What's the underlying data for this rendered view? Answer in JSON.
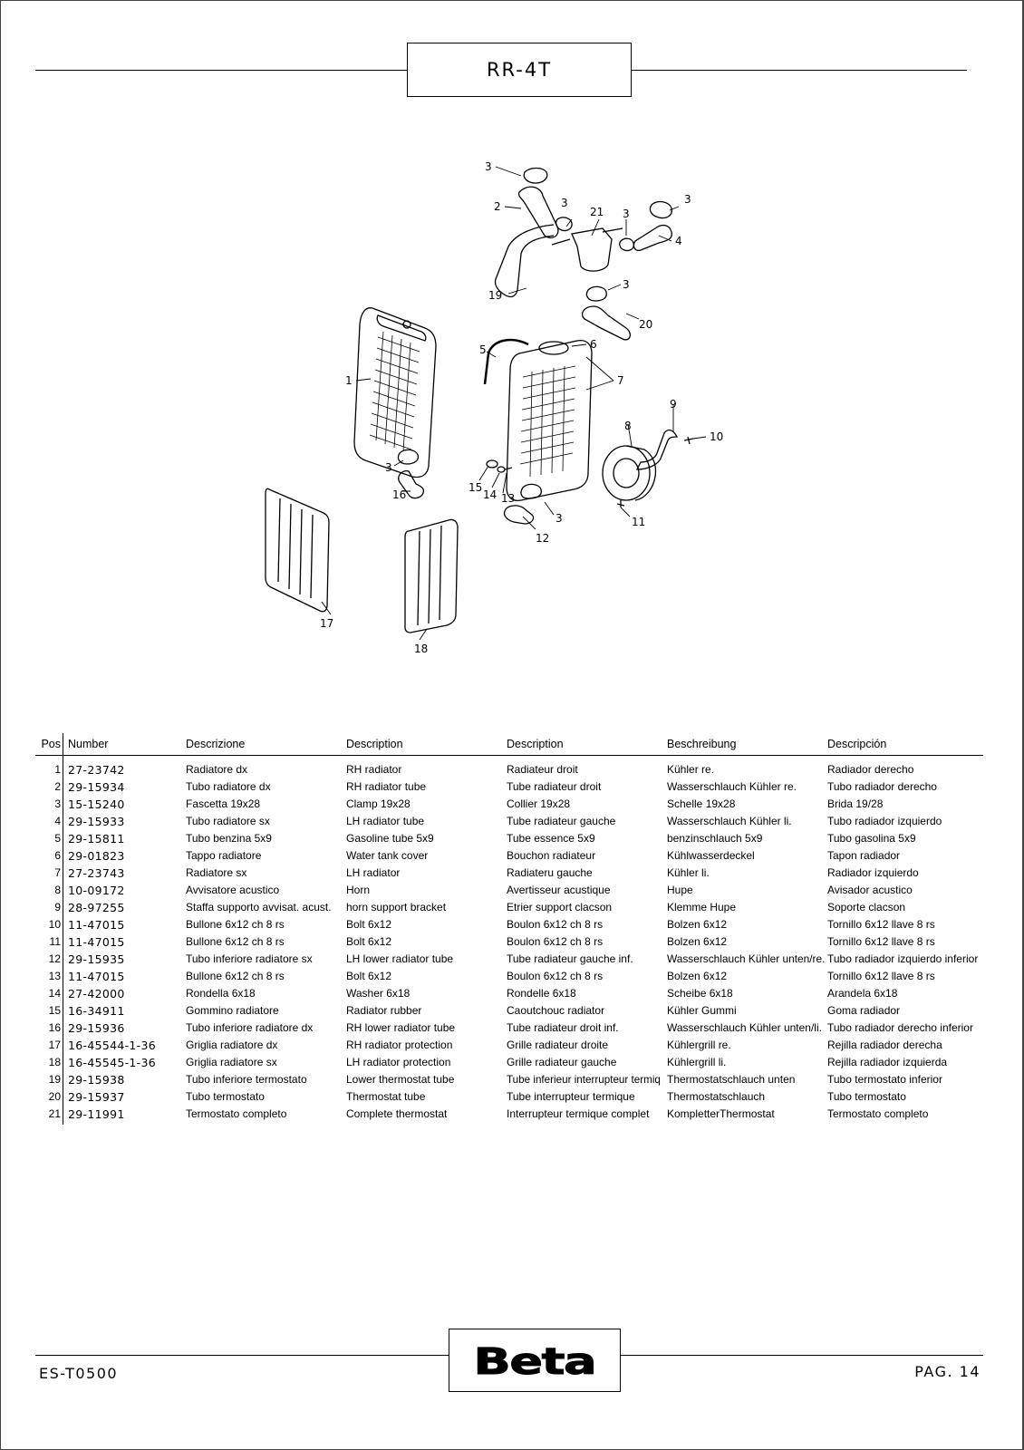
{
  "header": {
    "title": "RR-4T"
  },
  "diagram": {
    "callouts": [
      "3",
      "2",
      "3",
      "21",
      "3",
      "3",
      "4",
      "19",
      "3",
      "20",
      "1",
      "5",
      "6",
      "7",
      "9",
      "8",
      "10",
      "3",
      "15",
      "14",
      "13",
      "16",
      "3",
      "11",
      "12",
      "17",
      "18"
    ]
  },
  "table": {
    "headers": {
      "pos": "Pos",
      "number": "Number",
      "it": "Descrizione",
      "en": "Description",
      "fr": "Description",
      "de": "Beschreibung",
      "es": "Descripción"
    },
    "rows": [
      {
        "pos": "1",
        "number": "27-23742",
        "it": "Radiatore dx",
        "en": "RH radiator",
        "fr": "Radiateur droit",
        "de": "Kühler re.",
        "es": "Radiador derecho"
      },
      {
        "pos": "2",
        "number": "29-15934",
        "it": "Tubo radiatore dx",
        "en": "RH radiator tube",
        "fr": "Tube radiateur droit",
        "de": "Wasserschlauch Kühler re.",
        "es": "Tubo radiador derecho"
      },
      {
        "pos": "3",
        "number": "15-15240",
        "it": "Fascetta 19x28",
        "en": "Clamp 19x28",
        "fr": "Collier 19x28",
        "de": "Schelle 19x28",
        "es": "Brida 19/28"
      },
      {
        "pos": "4",
        "number": "29-15933",
        "it": "Tubo radiatore sx",
        "en": "LH radiator tube",
        "fr": "Tube radiateur gauche",
        "de": "Wasserschlauch Kühler li.",
        "es": "Tubo radiador izquierdo"
      },
      {
        "pos": "5",
        "number": "29-15811",
        "it": "Tubo benzina 5x9",
        "en": "Gasoline tube 5x9",
        "fr": "Tube essence 5x9",
        "de": "benzinschlauch 5x9",
        "es": "Tubo gasolina 5x9"
      },
      {
        "pos": "6",
        "number": "29-01823",
        "it": "Tappo radiatore",
        "en": "Water tank cover",
        "fr": "Bouchon radiateur",
        "de": "Kühlwasserdeckel",
        "es": "Tapon radiador"
      },
      {
        "pos": "7",
        "number": "27-23743",
        "it": "Radiatore sx",
        "en": "LH radiator",
        "fr": "Radiateru gauche",
        "de": "Kühler li.",
        "es": "Radiador izquierdo"
      },
      {
        "pos": "8",
        "number": "10-09172",
        "it": "Avvisatore acustico",
        "en": "Horn",
        "fr": "Avertisseur acustique",
        "de": "Hupe",
        "es": "Avisador acustico"
      },
      {
        "pos": "9",
        "number": "28-97255",
        "it": "Staffa supporto avvisat. acust.",
        "en": "horn support bracket",
        "fr": "Etrier support clacson",
        "de": "Klemme Hupe",
        "es": "Soporte clacson"
      },
      {
        "pos": "10",
        "number": "11-47015",
        "it": "Bullone 6x12 ch 8 rs",
        "en": "Bolt 6x12",
        "fr": "Boulon 6x12 ch 8 rs",
        "de": "Bolzen 6x12",
        "es": "Tornillo 6x12 llave  8 rs"
      },
      {
        "pos": "11",
        "number": "11-47015",
        "it": "Bullone 6x12 ch 8 rs",
        "en": "Bolt 6x12",
        "fr": "Boulon 6x12 ch 8 rs",
        "de": "Bolzen 6x12",
        "es": "Tornillo 6x12 llave  8 rs"
      },
      {
        "pos": "12",
        "number": "29-15935",
        "it": "Tubo inferiore radiatore sx",
        "en": "LH lower radiator tube",
        "fr": "Tube radiateur gauche inf.",
        "de": "Wasserschlauch Kühler unten/re.",
        "es": "Tubo radiador izquierdo inferior"
      },
      {
        "pos": "13",
        "number": "11-47015",
        "it": "Bullone 6x12 ch 8 rs",
        "en": "Bolt 6x12",
        "fr": "Boulon 6x12 ch 8 rs",
        "de": "Bolzen 6x12",
        "es": "Tornillo 6x12 llave  8 rs"
      },
      {
        "pos": "14",
        "number": "27-42000",
        "it": "Rondella 6x18",
        "en": "Washer 6x18",
        "fr": "Rondelle 6x18",
        "de": "Scheibe 6x18",
        "es": "Arandela 6x18"
      },
      {
        "pos": "15",
        "number": "16-34911",
        "it": "Gommino radiatore",
        "en": "Radiator rubber",
        "fr": "Caoutchouc radiator",
        "de": "Kühler Gummi",
        "es": "Goma radiador"
      },
      {
        "pos": "16",
        "number": "29-15936",
        "it": "Tubo inferiore radiatore dx",
        "en": "RH lower radiator tube",
        "fr": "Tube radiateur droit inf.",
        "de": "Wasserschlauch Kühler unten/li.",
        "es": "Tubo radiador derecho inferior"
      },
      {
        "pos": "17",
        "number": "16-45544-1-36",
        "it": "Griglia radiatore dx",
        "en": "RH radiator protection",
        "fr": "Grille radiateur droite",
        "de": "Kühlergrill re.",
        "es": "Rejilla radiador derecha"
      },
      {
        "pos": "18",
        "number": "16-45545-1-36",
        "it": "Griglia radiatore sx",
        "en": "LH radiator protection",
        "fr": "Grille radiateur gauche",
        "de": "Kühlergrill li.",
        "es": "Rejilla radiador izquierda"
      },
      {
        "pos": "19",
        "number": "29-15938",
        "it": "Tubo inferiore termostato",
        "en": "Lower thermostat tube",
        "fr": "Tube inferieur interrupteur termiq",
        "de": "Thermostatschlauch unten",
        "es": "Tubo termostato inferior"
      },
      {
        "pos": "20",
        "number": "29-15937",
        "it": "Tubo termostato",
        "en": "Thermostat tube",
        "fr": "Tube interrupteur termique",
        "de": "Thermostatschlauch",
        "es": "Tubo termostato"
      },
      {
        "pos": "21",
        "number": "29-11991",
        "it": "Termostato completo",
        "en": "Complete thermostat",
        "fr": "Interrupteur termique complet",
        "de": "KompletterThermostat",
        "es": "Termostato completo"
      }
    ]
  },
  "footer": {
    "code": "ES-T0500",
    "brand": "Beta",
    "page": "PAG. 14"
  }
}
